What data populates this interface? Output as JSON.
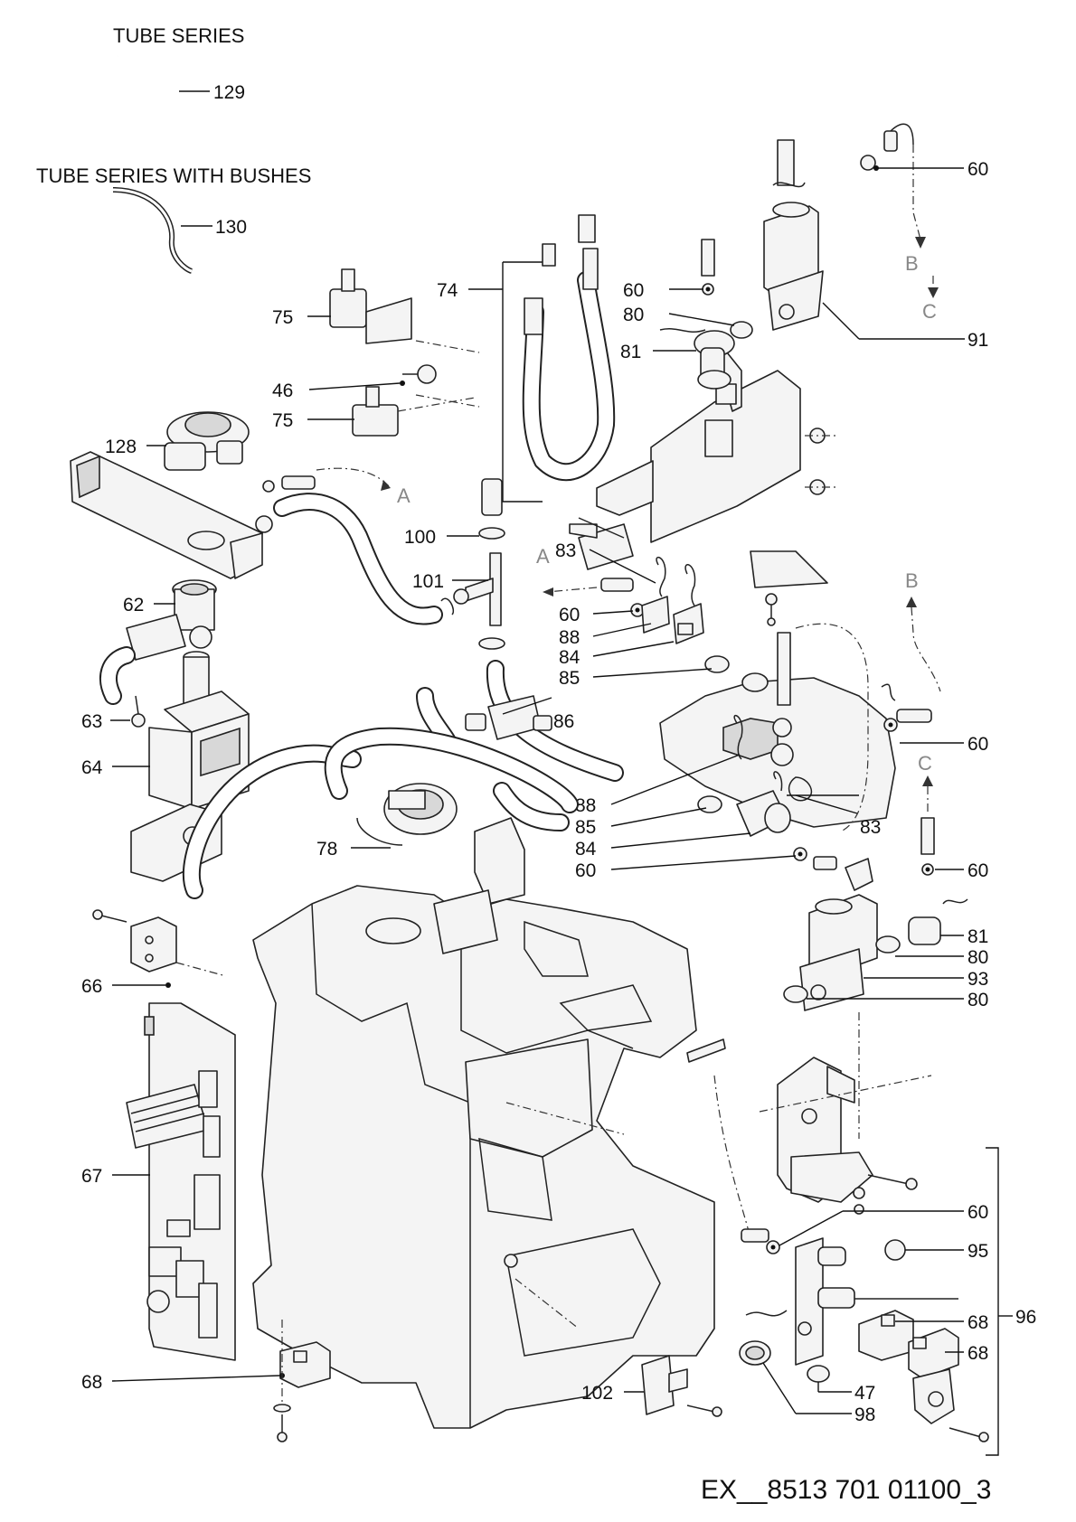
{
  "headings": {
    "tube_series": "TUBE SERIES",
    "tube_series_bushes": "TUBE SERIES WITH BUSHES"
  },
  "document_id": "EX__8513 701 01100_3",
  "connectors": {
    "a": "A",
    "b": "B",
    "c": "C"
  },
  "callouts": {
    "c129": "129",
    "c130": "130",
    "c75a": "75",
    "c75b": "75",
    "c46": "46",
    "c128": "128",
    "c74": "74",
    "c60_1": "60",
    "c80_1": "80",
    "c81_1": "81",
    "c91": "91",
    "c60_top": "60",
    "c62": "62",
    "c63": "63",
    "c64": "64",
    "c100": "100",
    "c101": "101",
    "c83_1": "83",
    "c60_2": "60",
    "c88_1": "88",
    "c84_1": "84",
    "c85_1": "85",
    "c86": "86",
    "c60_r": "60",
    "c88_2": "88",
    "c85_2": "85",
    "c84_2": "84",
    "c60_3": "60",
    "c83_2": "83",
    "c78": "78",
    "c60_4": "60",
    "c81_2": "81",
    "c80_2": "80",
    "c93": "93",
    "c80_3": "80",
    "c66": "66",
    "c67": "67",
    "c60_5": "60",
    "c95": "95",
    "c96": "96",
    "c68_1": "68",
    "c68_2": "68",
    "c47": "47",
    "c98": "98",
    "c68_3": "68",
    "c102": "102"
  }
}
